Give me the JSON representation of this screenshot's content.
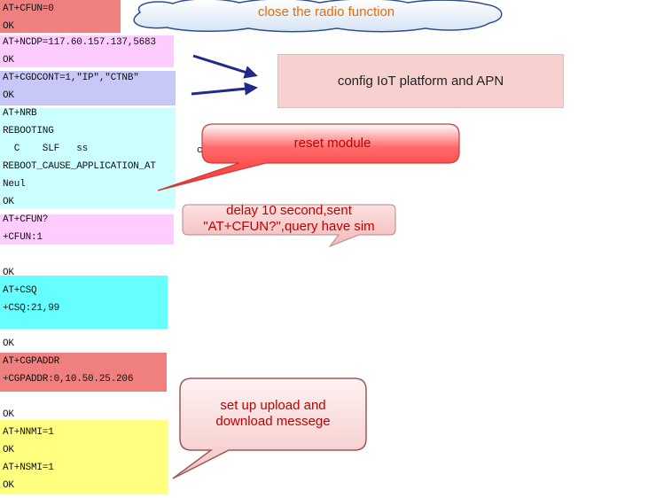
{
  "log": {
    "block1": {
      "color": "#f08080",
      "lines": [
        "AT+CFUN=0",
        "OK"
      ]
    },
    "block2": {
      "color": "#ffccff",
      "lines": [
        "AT+NCDP=117.60.157.137,5683",
        "OK"
      ]
    },
    "block3": {
      "color": "#c8c8f8",
      "lines": [
        "AT+CGDCONT=1,\"IP\",\"CTNB\"",
        "OK"
      ]
    },
    "block4": {
      "color": "#ccffff",
      "lines": [
        "AT+NRB",
        "REBOOTING",
        "  C    SLF   ss",
        "REBOOT_CAUSE_APPLICATION_AT",
        "Neul",
        "OK"
      ]
    },
    "block5": {
      "color": "#ffccff",
      "lines": [
        "AT+CFUN?",
        "+CFUN:1"
      ]
    },
    "gap1": "OK",
    "block6": {
      "color": "#66ffff",
      "lines": [
        "AT+CSQ",
        "+CSQ:21,99"
      ]
    },
    "gap2": "OK",
    "block7": {
      "color": "#f08080",
      "lines": [
        "AT+CGPADDR",
        "+CGPADDR:0,10.50.25.206"
      ]
    },
    "gap3": "OK",
    "block8": {
      "color": "#ffff80",
      "lines": [
        "AT+NNMI=1",
        "OK",
        "AT+NSMI=1",
        "OK"
      ]
    },
    "stray_char": "c"
  },
  "annotations": {
    "cloud": "close the radio function",
    "config_box": "config IoT platform and APN",
    "reset_callout": "reset  module",
    "delay_callout_line1": "delay 10 second,sent",
    "delay_callout_line2": "\"AT+CFUN?\",query have sim",
    "upload_callout_line1": "set up upload and",
    "upload_callout_line2": "download messege"
  },
  "colors": {
    "cloud_text": "#e36c0a",
    "callout_text": "#c00000",
    "arrow": "#1f2a8a",
    "config_box": "#f7d0d0"
  }
}
